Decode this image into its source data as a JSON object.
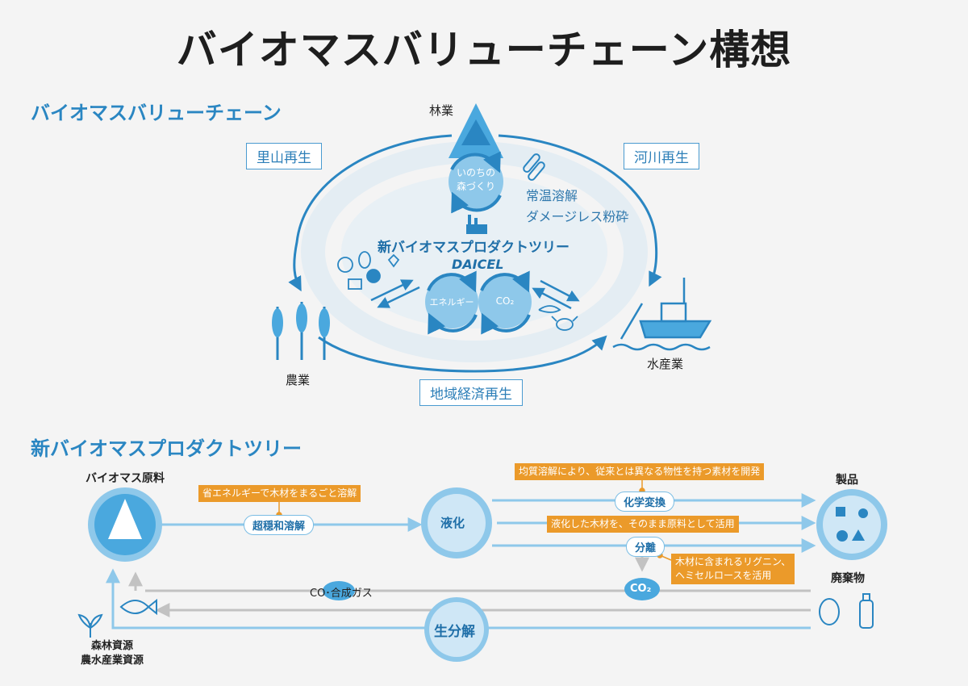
{
  "title": "バイオマスバリューチェーン構想",
  "section1": {
    "title": "バイオマスバリューチェーン",
    "forestry": "林業",
    "agriculture": "農業",
    "fishery": "水産業",
    "satoyama": "里山再生",
    "river": "河川再生",
    "regional": "地域経済再生",
    "forest_making": [
      "いのちの",
      "森づくり"
    ],
    "process": [
      "常温溶解",
      "ダメージレス粉砕"
    ],
    "product_tree": "新バイオマスプロダクトツリー",
    "brand": "DAICEL",
    "energy": "エネルギー",
    "co2": "CO₂"
  },
  "section2": {
    "title": "新バイオマスプロダクトツリー",
    "raw": "バイオマス原料",
    "note_energy_saving": "省エネルギーで木材をまるごと溶解",
    "mild": "超穏和溶解",
    "liquefy": "液化",
    "note_uniform": "均質溶解により、従来とは異なる物性を持つ素材を開発",
    "chem": "化学変換",
    "note_as_is": "液化した木材を、そのまま原料として活用",
    "separation": "分離",
    "note_lignin": [
      "木材に含まれるリグニン、",
      "ヘミセルロースを活用"
    ],
    "co2": "CO₂",
    "syngas": "CO･合成ガス",
    "products": "製品",
    "waste": "廃棄物",
    "biodeg": "生分解",
    "resources": [
      "森林資源",
      "農水産業資源"
    ]
  },
  "colors": {
    "blue": "#2a86c2",
    "light_blue": "#8ec8ea",
    "pale": "#dfeaf2",
    "orange": "#eb9a2a",
    "gray": "#c2c2c2"
  }
}
